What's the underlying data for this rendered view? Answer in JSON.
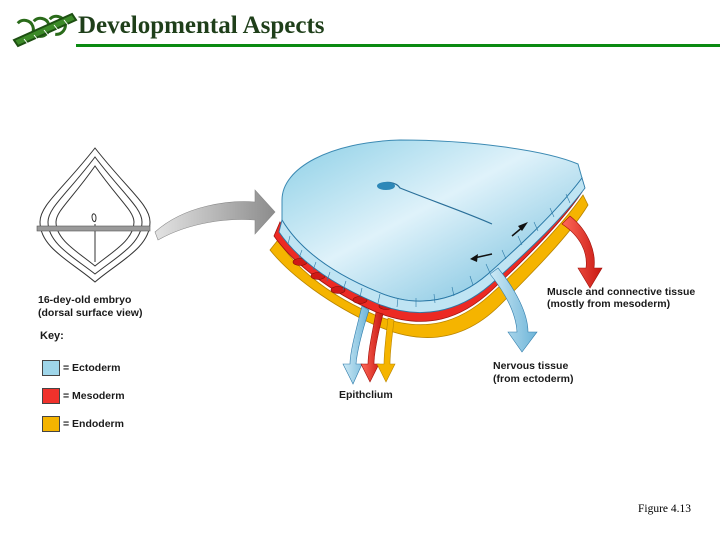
{
  "slide": {
    "title": "Developmental Aspects",
    "figure_caption": "Figure 4.13"
  },
  "diagram": {
    "embryo_caption_line1": "16-dey-old embryo",
    "embryo_caption_line2": "(dorsal surface view)",
    "label_muscle_line1": "Muscle and connective tissue",
    "label_muscle_line2": "(mostly from mesoderm)",
    "label_nervous_line1": "Nervous tissue",
    "label_nervous_line2": "(from ectoderm)",
    "label_epithelium": "Epithclium"
  },
  "key": {
    "title": "Key:",
    "items": [
      {
        "label": "= Ectoderm",
        "color": "#9fd6ea"
      },
      {
        "label": "= Mesoderm",
        "color": "#f0322c"
      },
      {
        "label": "= Endoderm",
        "color": "#f5b400"
      }
    ]
  },
  "colors": {
    "title_rule": "#0a8a12",
    "ectoderm": "#8fd0e8",
    "mesoderm": "#ec2a24",
    "endoderm": "#f5b400",
    "arrow_gray": "#a6a6a6"
  }
}
